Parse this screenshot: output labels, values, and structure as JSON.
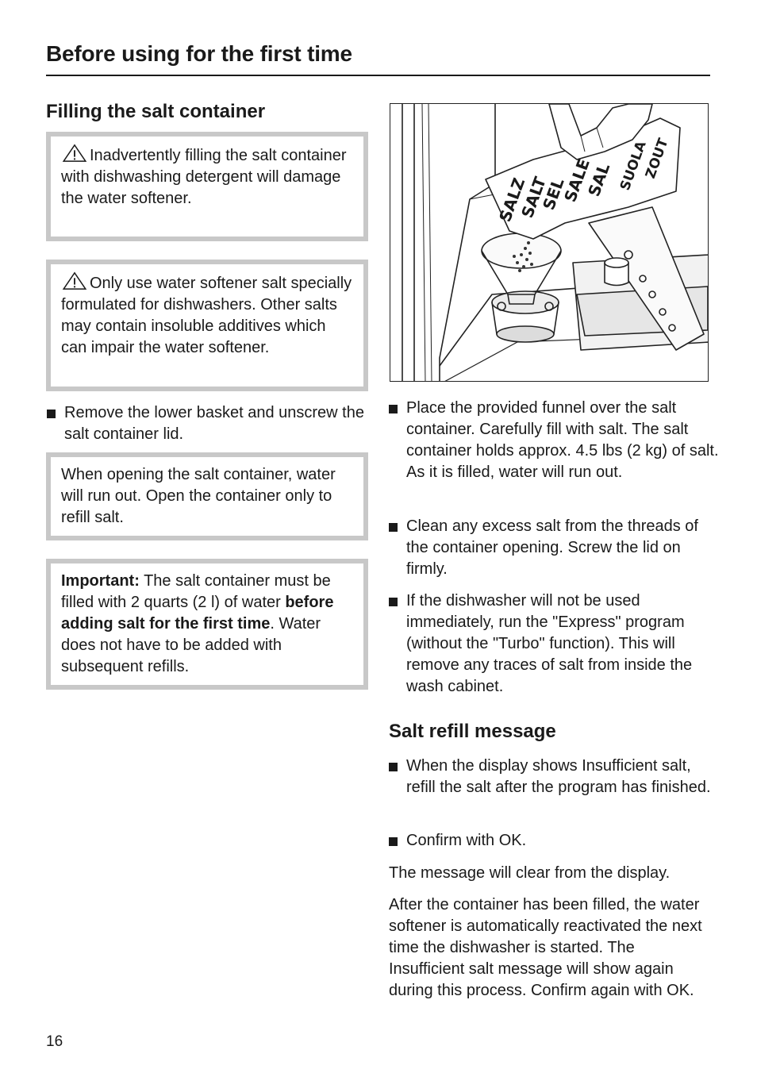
{
  "header": {
    "title": "Before using for the first time"
  },
  "left": {
    "heading": "Filling the salt container",
    "warning1": "Inadvertently filling the salt container with dishwashing detergent will damage the water softener.",
    "warning2": "Only use water softener salt specially formulated for dishwashers. Other salts may contain insoluble additives which can impair the water softener.",
    "bullet1": "Remove the lower basket and unscrew the salt container lid.",
    "note": "When opening the salt container, water will run out. Open the container only to refill salt.",
    "important": {
      "label": "Important:",
      "text1": " The salt container must be filled with 2 quarts (2 l) of water ",
      "bold": "before adding salt for the first time",
      "text2": ". Water does not have to be added with subsequent refills."
    }
  },
  "figure": {
    "bag_text": [
      "SALZ",
      "SALT",
      "SEL",
      "SALE",
      "SAL",
      "SUOLA",
      "ZOUT"
    ]
  },
  "right": {
    "bullets": [
      "Place the provided funnel over the salt container. Carefully fill with salt. The salt container holds approx. 4.5 lbs (2 kg) of salt. As it is filled, water will run out.",
      "Clean any excess salt from the threads of the container opening. Screw the lid on firmly.",
      "If the dishwasher will not be used immediately, run the \"Express\" program (without the \"Turbo\" function). This will remove any traces of salt from inside the wash cabinet."
    ],
    "heading": "Salt refill message",
    "bullets2": [
      "When the display shows Insufficient salt, refill the salt after the program has finished.",
      "Confirm with OK."
    ],
    "para1": "The message will clear from the display.",
    "para2": "After the container has been filled, the water softener is automatically reactivated the next time the dishwasher is started. The Insufficient salt message will show again during this process. Confirm again with OK."
  },
  "footer": {
    "page_number": "16"
  }
}
